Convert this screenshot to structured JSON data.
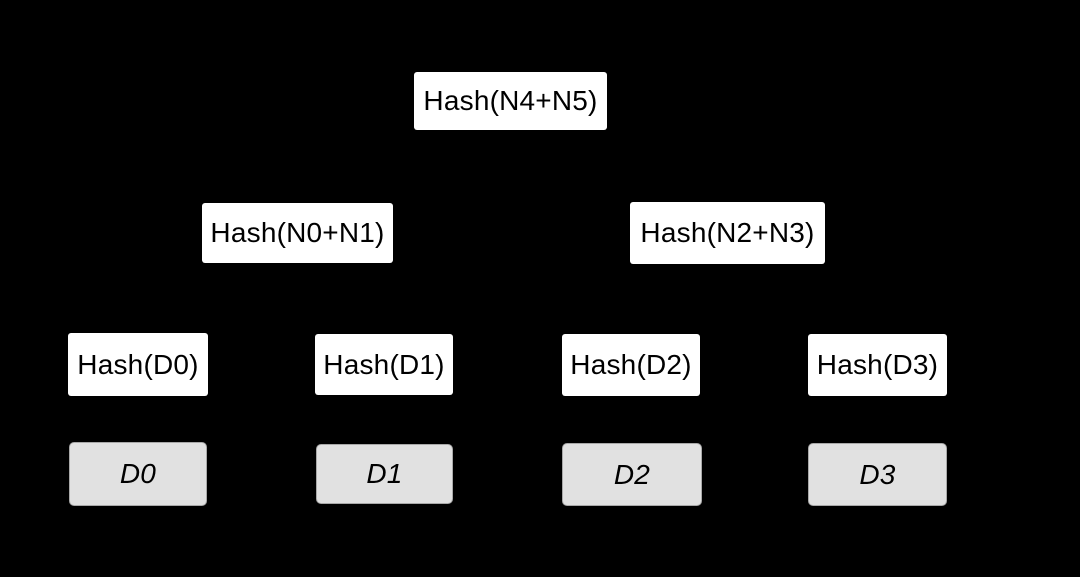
{
  "diagram": {
    "type": "merkle-tree",
    "colors": {
      "background": "#000000",
      "hash_node_fill": "#ffffff",
      "data_node_fill": "#e1e1e1",
      "data_node_border": "#a8a8a8",
      "text": "#000000"
    },
    "root": {
      "label": "Hash(N4+N5)"
    },
    "internal": [
      {
        "label": "Hash(N0+N1)"
      },
      {
        "label": "Hash(N2+N3)"
      }
    ],
    "leaf_hashes": [
      {
        "label": "Hash(D0)"
      },
      {
        "label": "Hash(D1)"
      },
      {
        "label": "Hash(D2)"
      },
      {
        "label": "Hash(D3)"
      }
    ],
    "data_blocks": [
      {
        "label": "D0"
      },
      {
        "label": "D1"
      },
      {
        "label": "D2"
      },
      {
        "label": "D3"
      }
    ]
  }
}
